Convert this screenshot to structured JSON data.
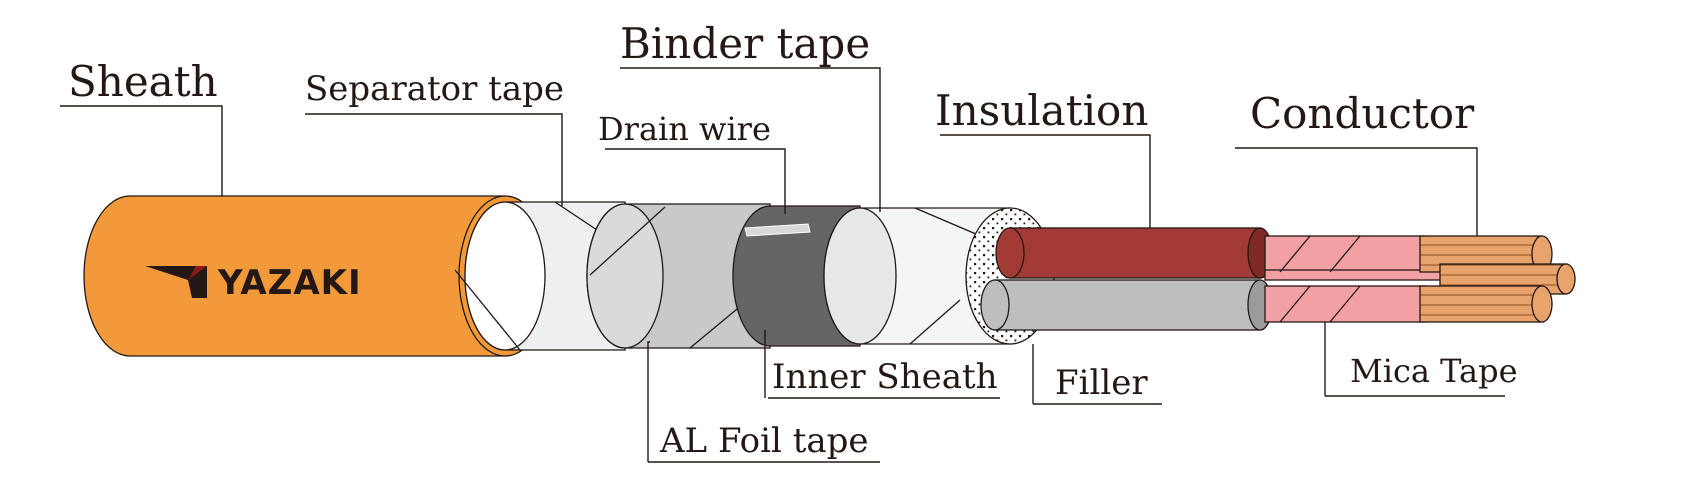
{
  "brand": {
    "logo_text": "YAZAKI",
    "logo_icon": "yazaki-mark-icon"
  },
  "labels": {
    "sheath": "Sheath",
    "separator_tape": "Separator tape",
    "binder_tape": "Binder tape",
    "drain_wire": "Drain wire",
    "insulation": "Insulation",
    "conductor": "Conductor",
    "inner_sheath": "Inner Sheath",
    "filler": "Filler",
    "al_foil_tape": "AL Foil tape",
    "mica_tape": "Mica Tape"
  },
  "colors": {
    "sheath": "#F29A3A",
    "separator_tape": "#EEEFF1",
    "al_foil": "#C8C9CA",
    "inner_sheath": "#646566",
    "binder_tape": "#F4F5F6",
    "insulation_red": "#A23A35",
    "insulation_grey": "#BDBEC0",
    "mica_tape": "#F2A0A3",
    "conductor": "#E8A36C",
    "outline": "#231815"
  }
}
